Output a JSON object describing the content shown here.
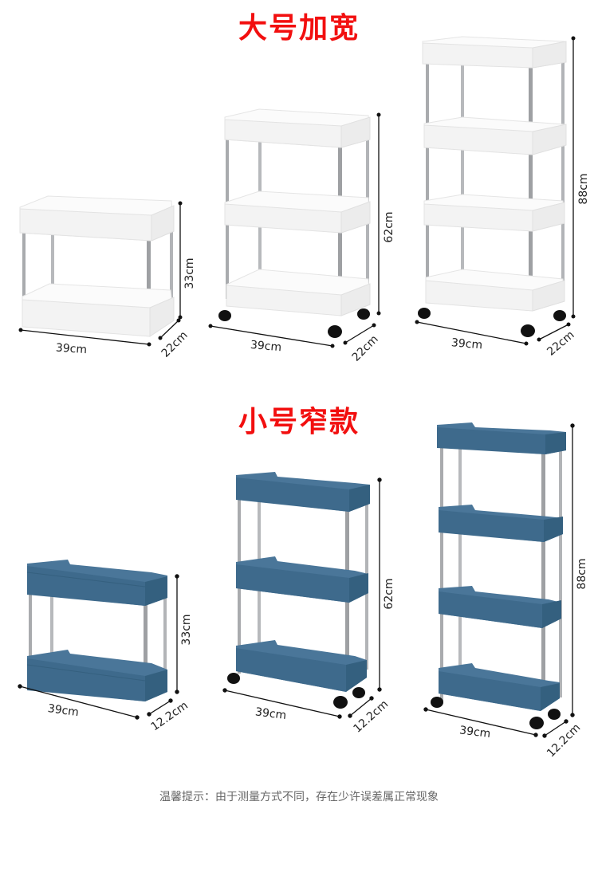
{
  "sections": [
    {
      "title": "大号加宽",
      "color": "#ffffff",
      "products": [
        {
          "tiers": 2,
          "width_label": "39cm",
          "depth_label": "22cm",
          "height_label": "33cm"
        },
        {
          "tiers": 3,
          "width_label": "39cm",
          "depth_label": "22cm",
          "height_label": "62cm"
        },
        {
          "tiers": 4,
          "width_label": "39cm",
          "depth_label": "22cm",
          "height_label": "88cm"
        }
      ]
    },
    {
      "title": "小号窄款",
      "color": "#3e6a8c",
      "products": [
        {
          "tiers": 2,
          "width_label": "39cm",
          "depth_label": "12.2cm",
          "height_label": "33cm"
        },
        {
          "tiers": 3,
          "width_label": "39cm",
          "depth_label": "12.2cm",
          "height_label": "62cm"
        },
        {
          "tiers": 4,
          "width_label": "39cm",
          "depth_label": "12.2cm",
          "height_label": "88cm"
        }
      ]
    }
  ],
  "footer_note": "温馨提示：由于测量方式不同，存在少许误差属正常现象",
  "colors": {
    "title_red": "#f20f0f",
    "white_shelf": "#f7f7f7",
    "blue_shelf": "#3e6a8c",
    "pole": "#a9abae",
    "dimension_line": "#111111"
  }
}
